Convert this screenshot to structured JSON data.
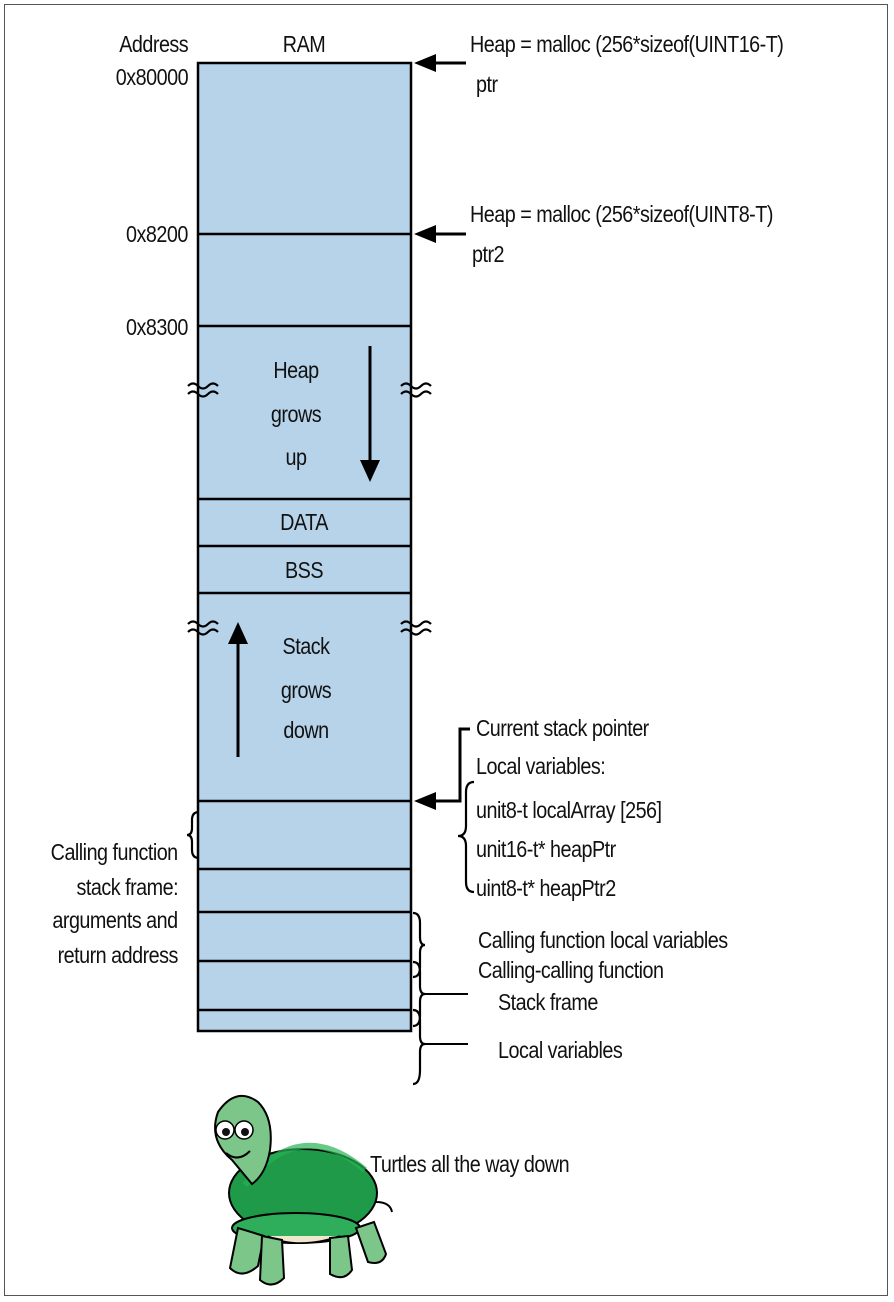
{
  "headers": {
    "address": "Address",
    "ram": "RAM"
  },
  "addresses": [
    "0x80000",
    "0x8200",
    "0x8300"
  ],
  "annotations": {
    "heap_ptr_line1": "Heap = malloc (256*sizeof(UINT16-T)",
    "heap_ptr_line2": "ptr",
    "heap_ptr2_line1": "Heap = malloc (256*sizeof(UINT8-T)",
    "heap_ptr2_line2": "ptr2",
    "current_sp": "Current stack pointer",
    "local_vars_title": "Local variables:",
    "local_vars": [
      "unit8-t localArray [256]",
      "unit16-t* heapPtr",
      "uint8-t* heapPtr2"
    ],
    "calling_frame": [
      "Calling function",
      "stack frame:",
      "arguments and",
      "return address"
    ],
    "calling_locals": "Calling function local variables",
    "calling_calling": "Calling-calling function",
    "stack_frame": "Stack frame",
    "local_variables": "Local variables",
    "turtles": "Turtles all the way down"
  },
  "regions": {
    "heap_grows": [
      "Heap",
      "grows",
      "up"
    ],
    "data": "DATA",
    "bss": "BSS",
    "stack_grows": [
      "Stack",
      "grows",
      "down"
    ]
  },
  "colors": {
    "ram_fill": "#b6d3ea",
    "line": "#000000",
    "turtle_shell": "#1f9a48",
    "turtle_body": "#7cc68a"
  },
  "icons": {
    "break": "wavy-break-icon",
    "arrow": "arrow-icon",
    "mascot": "turtle-mascot"
  }
}
